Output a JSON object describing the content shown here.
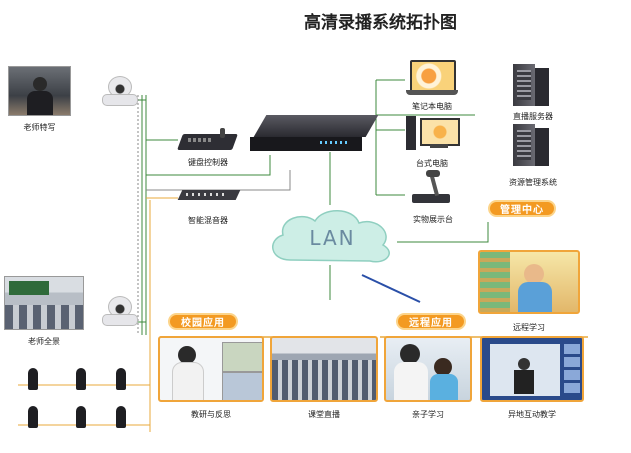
{
  "title": "高清录播系统拓扑图",
  "cloud_label": "LAN",
  "nodes": {
    "teacher_closeup": "老师特写",
    "teacher_full": "老师全景",
    "keyboard_controller": "键盘控制器",
    "smart_mixer": "智能混音器",
    "laptop": "笔记本电脑",
    "desktop": "台式电脑",
    "visualizer": "实物展示台",
    "live_server": "直播服务器",
    "resource_system": "资源管理系统",
    "remote_learning": "远程学习",
    "research_reflection": "教研与反思",
    "classroom_live": "课堂直播",
    "parent_child": "亲子学习",
    "interactive_teaching": "异地互动教学"
  },
  "badges": {
    "management": "管理中心",
    "campus": "校园应用",
    "remote": "远程应用"
  },
  "colors": {
    "accent": "#f39a22",
    "cloud": "#cdeee6",
    "line_green": "#3c8a3c",
    "line_orange": "#e9a83b"
  }
}
